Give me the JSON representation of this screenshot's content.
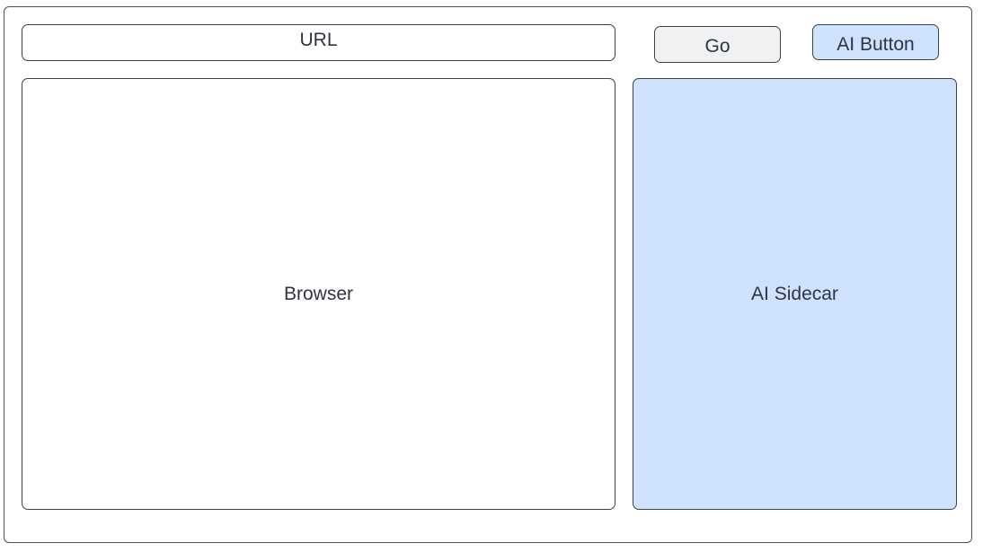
{
  "toolbar": {
    "url_label": "URL",
    "go_label": "Go",
    "ai_button_label": "AI Button"
  },
  "panes": {
    "browser_label": "Browser",
    "sidecar_label": "AI Sidecar"
  },
  "colors": {
    "sidecar_fill": "#cfe2fd",
    "ai_button_fill": "#cfe2fd",
    "go_button_fill": "#f0f1f3",
    "outline": "#3b404a",
    "text": "#2f3440"
  }
}
